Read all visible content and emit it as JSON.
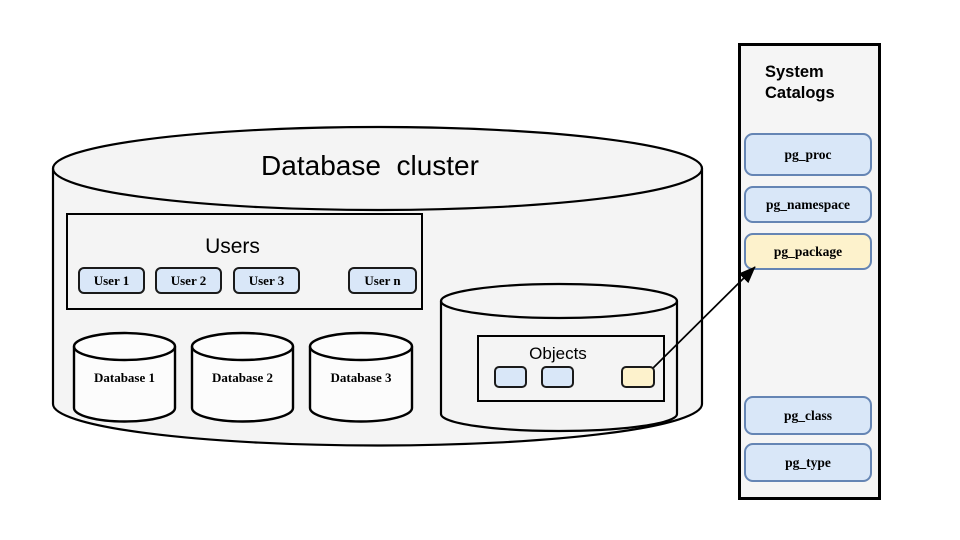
{
  "title": "Database  cluster",
  "cluster": {
    "users": {
      "label": "Users",
      "items": [
        "User 1",
        "User 2",
        "User 3",
        "User n"
      ]
    },
    "databases": [
      "Database 1",
      "Database 2",
      "Database 3"
    ],
    "objects": {
      "label": "Objects",
      "items": [
        "object",
        "object",
        "highlighted-object"
      ]
    }
  },
  "catalogs": {
    "title": "System Catalogs",
    "items": [
      {
        "label": "pg_proc",
        "highlight": false
      },
      {
        "label": "pg_namespace",
        "highlight": false
      },
      {
        "label": "pg_package",
        "highlight": true
      },
      {
        "label": "pg_class",
        "highlight": false
      },
      {
        "label": "pg_type",
        "highlight": false
      }
    ]
  },
  "colors": {
    "node_blue_fill": "#d9e7f8",
    "highlight_yellow_fill": "#fdf2cc",
    "catalog_border_blue": "#6585b4",
    "cylinder_fill": "#f4f4f4",
    "outline": "#000000"
  }
}
